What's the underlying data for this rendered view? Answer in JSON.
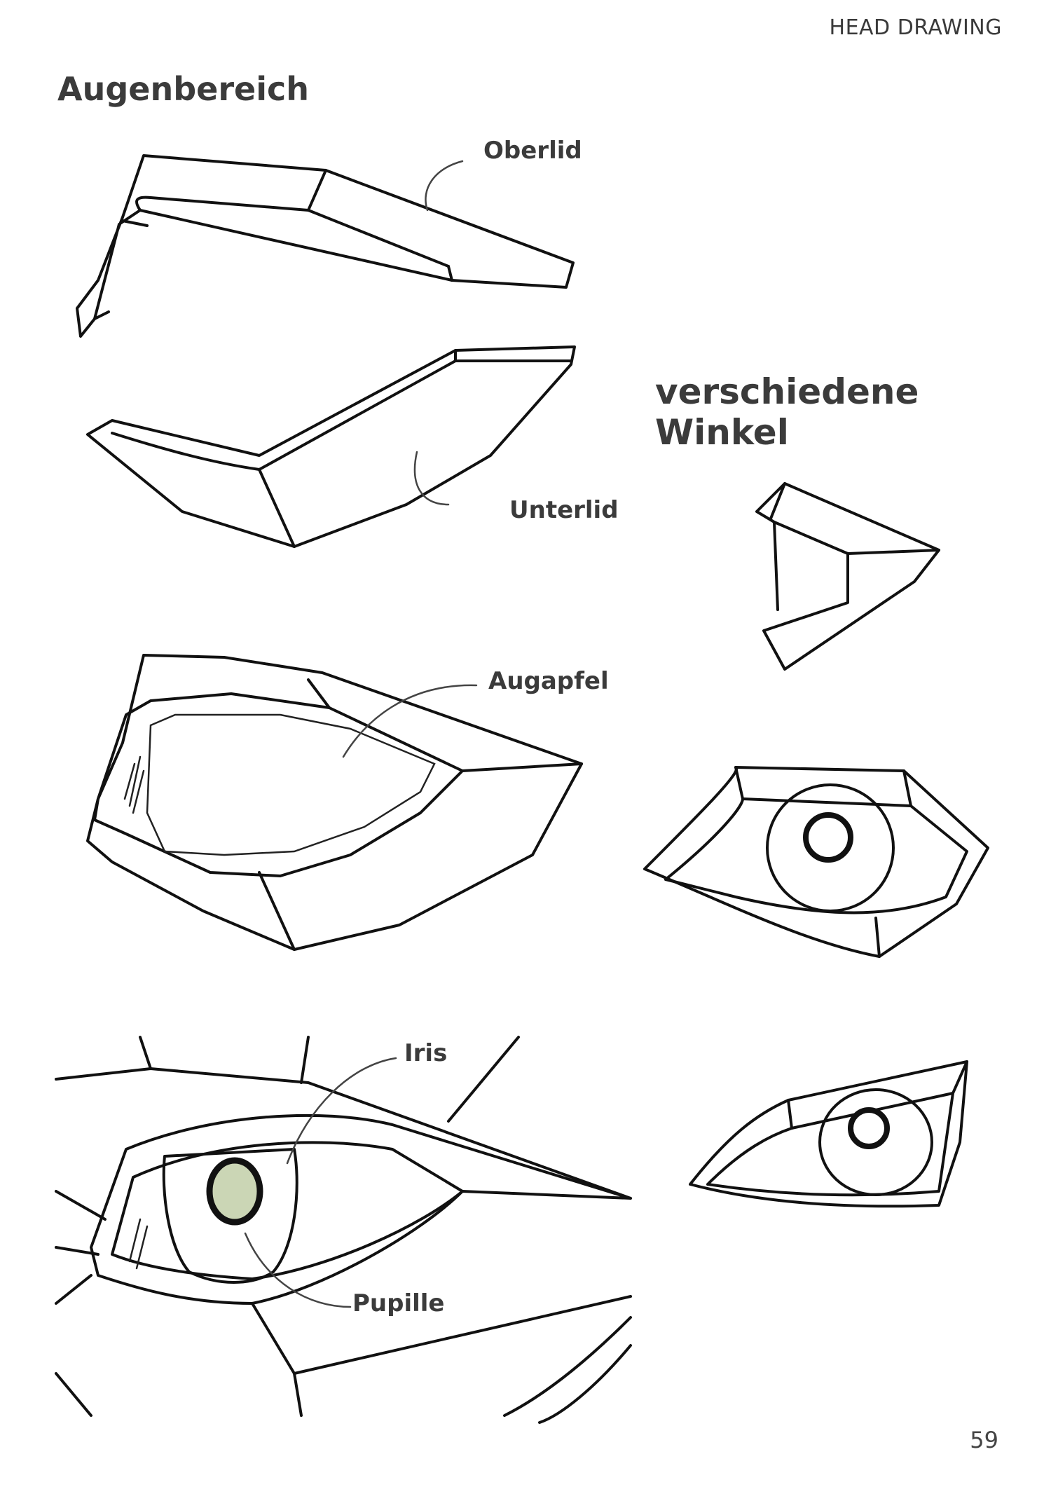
{
  "header": {
    "label": "HEAD DRAWING"
  },
  "title": "Augenbereich",
  "section_title": "verschiedene Winkel",
  "labels": {
    "oberlid": "Oberlid",
    "unterlid": "Unterlid",
    "augapfel": "Augapfel",
    "iris": "Iris",
    "pupille": "Pupille"
  },
  "colors": {
    "lid_green": "#cbd6b5",
    "iris_beige": "#efe6cf",
    "ink": "#111111"
  },
  "page_number": "59"
}
